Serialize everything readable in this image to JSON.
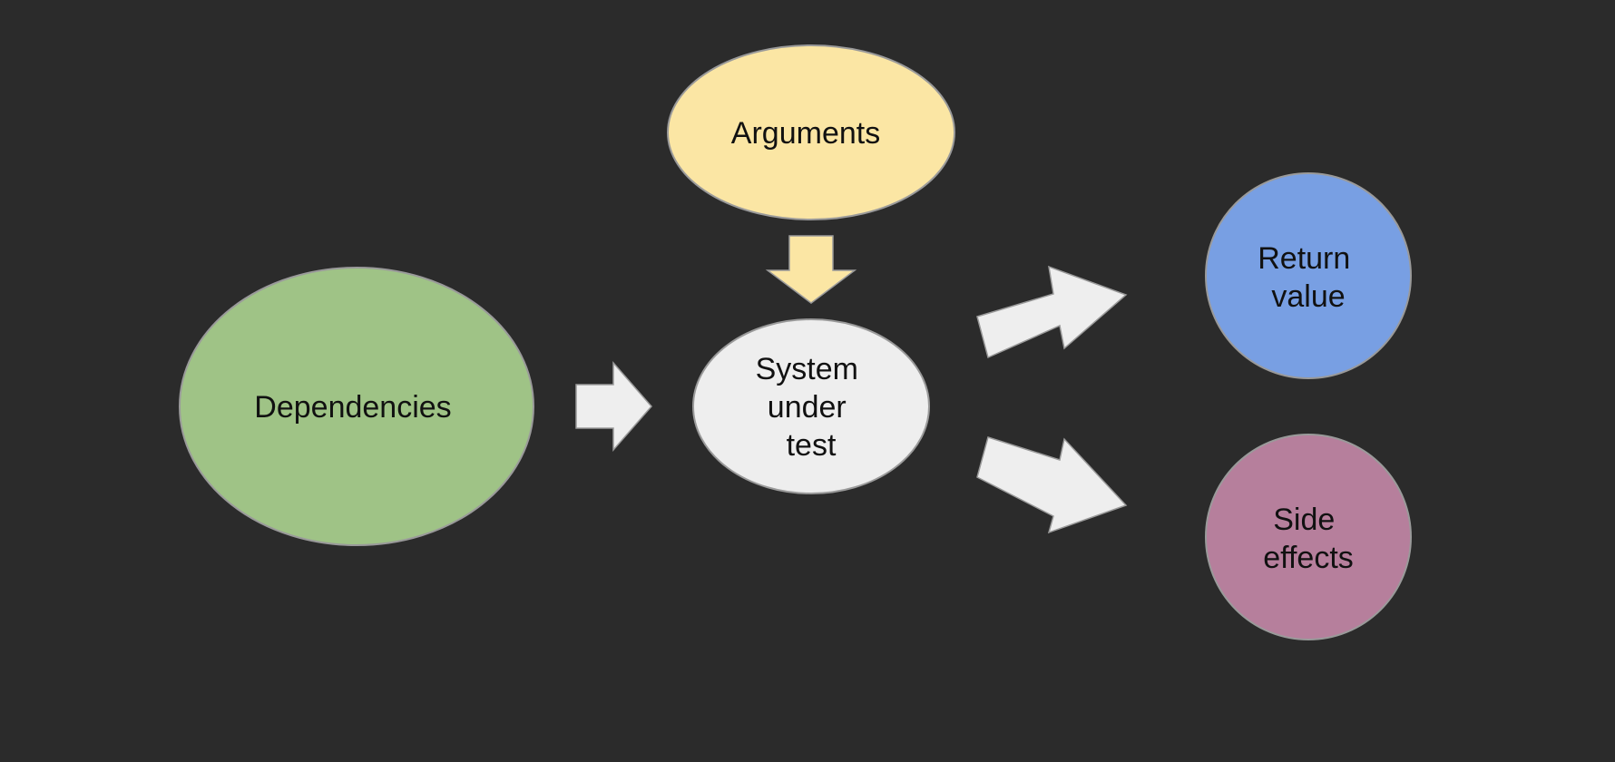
{
  "background_color": "#2b2b2b",
  "nodes": {
    "arguments": {
      "label": "Arguments",
      "color": "#fbe6a4"
    },
    "dependencies": {
      "label": "Dependencies",
      "color": "#9fc386"
    },
    "system_under_test": {
      "lines": [
        "System",
        "under",
        "test"
      ],
      "color": "#eeeeee"
    },
    "return_value": {
      "lines": [
        "Return",
        "value"
      ],
      "color": "#789fe3"
    },
    "side_effects": {
      "lines": [
        "Side",
        "effects"
      ],
      "color": "#b67f9c"
    }
  },
  "arrows": {
    "arguments_to_system": {
      "color": "#fbe6a4"
    },
    "dependencies_to_system": {
      "color": "#eeeeee"
    },
    "system_to_return_value": {
      "color": "#eeeeee"
    },
    "system_to_side_effects": {
      "color": "#eeeeee"
    }
  }
}
